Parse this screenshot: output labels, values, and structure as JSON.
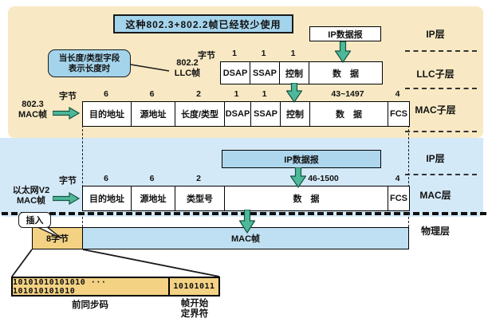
{
  "banner": {
    "text": "这种802.3+802.2帧已经较少使用"
  },
  "callout_length_type": {
    "line1": "当长度/类型字段",
    "line2": "表示长度时"
  },
  "insert_callout": "插入",
  "byte_label": "字节",
  "ip_datagram_top": "IP数据报",
  "ip_datagram_blue": "IP数据报",
  "llc_frame": {
    "name_line1": "802.2",
    "name_line2": "LLC帧",
    "fields": [
      {
        "label": "DSAP",
        "bytes": "1"
      },
      {
        "label": "SSAP",
        "bytes": "1"
      },
      {
        "label": "控制",
        "bytes": "1"
      },
      {
        "label": "数　据",
        "bytes": ""
      }
    ]
  },
  "mac8023_frame": {
    "name_line1": "802.3",
    "name_line2": "MAC帧",
    "fields": [
      {
        "label": "目的地址",
        "bytes": "6"
      },
      {
        "label": "源地址",
        "bytes": "6"
      },
      {
        "label": "长度/类型",
        "bytes": "2"
      },
      {
        "label": "DSAP",
        "bytes": "1"
      },
      {
        "label": "SSAP",
        "bytes": "1"
      },
      {
        "label": "控制",
        "bytes": "1"
      },
      {
        "label": "数　据",
        "bytes": "43~1497"
      },
      {
        "label": "FCS",
        "bytes": "4"
      }
    ]
  },
  "ethv2_frame": {
    "name_line1": "以太网V2",
    "name_line2": "MAC帧",
    "fields": [
      {
        "label": "目的地址",
        "bytes": "6"
      },
      {
        "label": "源地址",
        "bytes": "6"
      },
      {
        "label": "类型号",
        "bytes": "2"
      },
      {
        "label": "数　据",
        "bytes": "46-1500"
      },
      {
        "label": "FCS",
        "bytes": "4"
      }
    ]
  },
  "eight_bytes": "8字节",
  "mac_frame_bar": "MAC帧",
  "preamble": {
    "bits_left": "10101010101010 ··· 101010101010",
    "bits_right": "10101011",
    "label_left": "前同步码",
    "label_right_line1": "帧开始",
    "label_right_line2": "定界符"
  },
  "layers": {
    "ip_top": "IP层",
    "llc": "LLC子层",
    "mac_sub": "MAC子层",
    "ip_mid": "IP层",
    "mac": "MAC层",
    "physical": "物理层"
  },
  "colors": {
    "region_tan": "#f8e9c4",
    "region_blue": "#d4e9f8",
    "callout_blue": "#a4d4ec",
    "box_blue": "#aed7ee",
    "bar_blue": "#bfe0f2",
    "box_orange": "#f3d284",
    "arrow_green": "#4eb89a"
  }
}
